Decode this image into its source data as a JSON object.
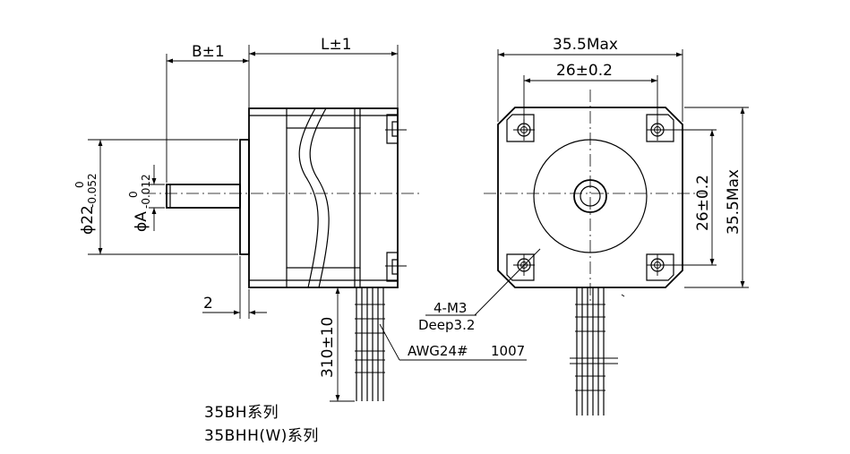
{
  "side_view": {
    "dim_b": "B±1",
    "dim_l": "L±1",
    "dim_flange_dia": "ϕ22",
    "dim_flange_tol_upper": "0",
    "dim_flange_tol_lower": "-0.052",
    "dim_shaft_dia": "ϕA",
    "dim_shaft_tol_upper": "0",
    "dim_shaft_tol_lower": "-0.012",
    "dim_flange_thickness": "2",
    "dim_lead_length": "310±10",
    "wire_spec_awg": "AWG24#",
    "wire_spec_code": "1007"
  },
  "front_view": {
    "dim_width_max": "35.5Max",
    "dim_hole_spacing_h": "26±0.2",
    "dim_hole_spacing_v": "26±0.2",
    "dim_height_max": "35.5Max",
    "thread_spec": "4-M3",
    "thread_depth": "Deep3.2"
  },
  "notes": {
    "series_1": "35BH系列",
    "series_2": "35BHH(W)系列"
  }
}
